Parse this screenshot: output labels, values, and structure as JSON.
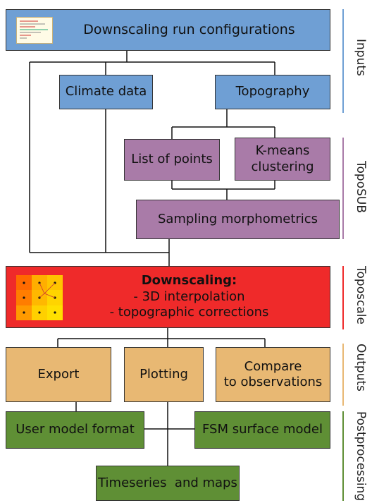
{
  "boxes": {
    "config": "Downscaling run configurations",
    "climate": "Climate data",
    "topo": "Topography",
    "points": "List of points",
    "kmeans_line1": "K-means",
    "kmeans_line2": "clustering",
    "sampling": "Sampling morphometrics",
    "downscaling_title": "Downscaling:",
    "downscaling_line1": "- 3D interpolation",
    "downscaling_line2": "- topographic corrections",
    "export": "Export",
    "plotting": "Plotting",
    "compare_line1": "Compare",
    "compare_line2": "to observations",
    "user_model": "User model format",
    "fsm": "FSM surface model",
    "timeseries": "Timeseries  and maps"
  },
  "sections": [
    {
      "label": "Inputs",
      "color": "#6f9fd4"
    },
    {
      "label": "TopoSUB",
      "color": "#a97ba8"
    },
    {
      "label": "Toposcale",
      "color": "#ef2a2a"
    },
    {
      "label": "Outputs",
      "color": "#e8b873"
    },
    {
      "label": "Postprocessing",
      "color": "#5f8f35"
    }
  ]
}
